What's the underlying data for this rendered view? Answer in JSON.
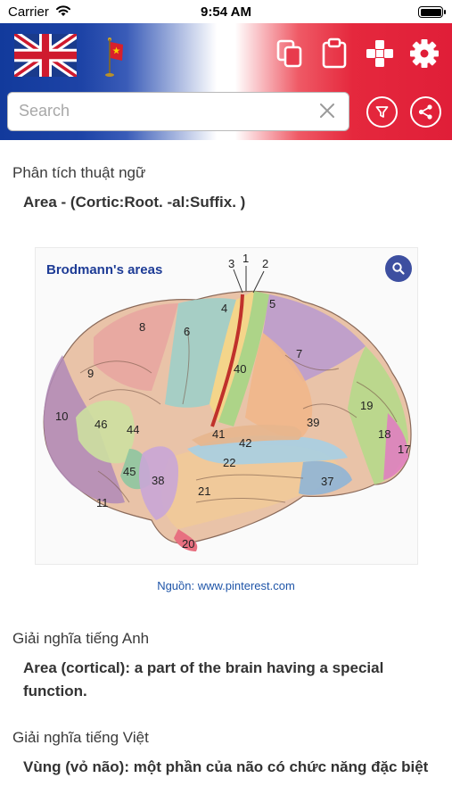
{
  "status_bar": {
    "carrier": "Carrier",
    "time": "9:54 AM"
  },
  "header": {
    "icons": [
      "uk-flag-icon",
      "vietnam-flag-icon",
      "copy-icon",
      "clipboard-icon",
      "gamepad-icon",
      "gear-icon",
      "filter-icon",
      "share-icon"
    ],
    "search_placeholder": "Search",
    "colors": {
      "blue": "#123a9c",
      "white": "#ffffff",
      "red": "#e01e38"
    }
  },
  "term_analysis": {
    "label": "Phân tích thuật ngữ",
    "value": "Area - (Cortic:Root. -al:Suffix. )"
  },
  "image": {
    "title": "Brodmann's areas",
    "source": "Nguồn: www.pinterest.com",
    "area_numbers": [
      "1",
      "2",
      "3",
      "4",
      "5",
      "6",
      "7",
      "8",
      "9",
      "10",
      "11",
      "17",
      "18",
      "19",
      "20",
      "21",
      "22",
      "37",
      "38",
      "39",
      "40",
      "41",
      "42",
      "44",
      "45",
      "46"
    ]
  },
  "english_definition": {
    "label": "Giải nghĩa tiếng Anh",
    "value": "Area (cortical): a part of the brain having a special function."
  },
  "vietnamese_definition": {
    "label": "Giải nghĩa tiếng Việt",
    "value": "Vùng (vỏ não): một phần của não có chức năng đặc biệt"
  }
}
